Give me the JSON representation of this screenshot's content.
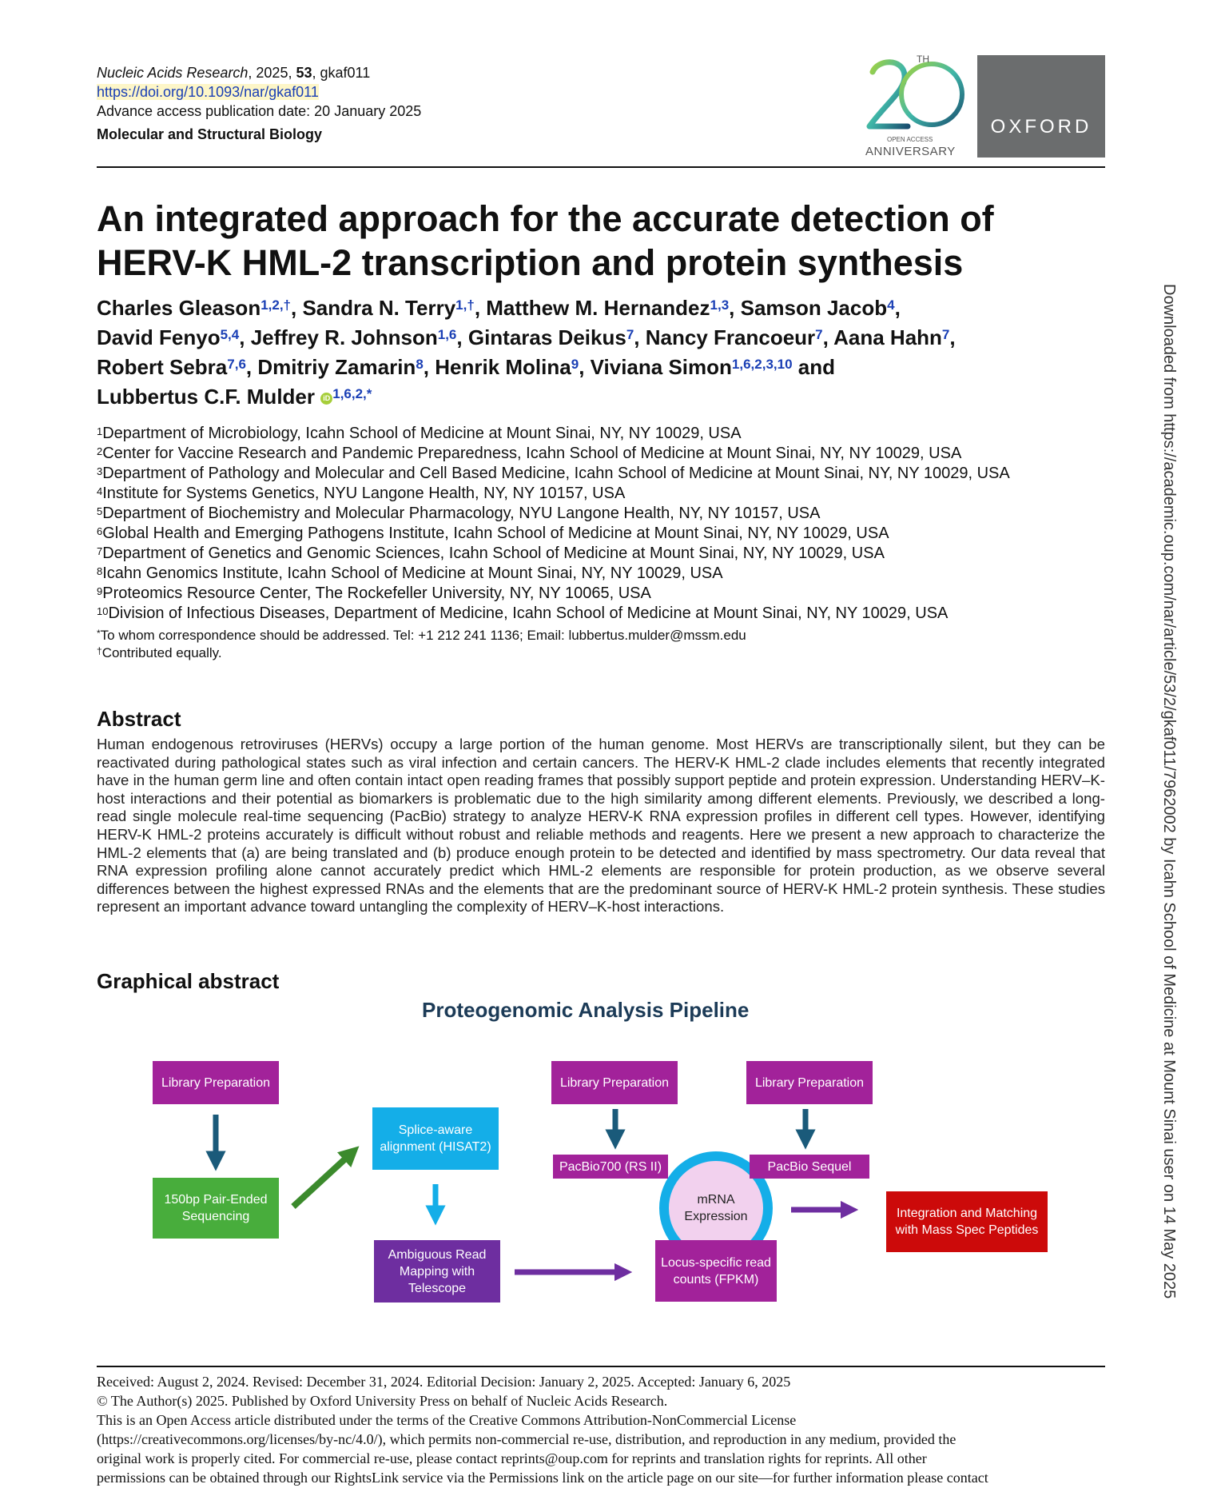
{
  "header": {
    "journal": "Nucleic Acids Research",
    "citation_rest": ", 2025, ",
    "volume": "53",
    "article_id": ", gkaf011",
    "doi": "https://doi.org/10.1093/nar/gkaf011",
    "advance_access": "Advance access publication date: 20 January 2025",
    "section": "Molecular and Structural Biology"
  },
  "logos": {
    "anniversary_number": "20",
    "anniversary_th": "TH",
    "anniversary_small": "OPEN ACCESS",
    "anniversary_label": "ANNIVERSARY",
    "publisher": "OXFORD"
  },
  "title": {
    "line1": "An integrated approach for the accurate detection of",
    "line2": "HERV-K HML-2 transcription and protein synthesis"
  },
  "authors": [
    {
      "name": "Charles Gleason",
      "aff": "1,2,†",
      "sep": ", "
    },
    {
      "name": "Sandra N. Terry",
      "aff": "1,†",
      "sep": ", "
    },
    {
      "name": "Matthew M. Hernandez",
      "aff": "1,3",
      "sep": ", "
    },
    {
      "name": "Samson Jacob",
      "aff": "4",
      "sep": ","
    },
    {
      "name": "David Fenyo",
      "aff": "5,4",
      "sep": ", "
    },
    {
      "name": "Jeffrey R. Johnson",
      "aff": "1,6",
      "sep": ", "
    },
    {
      "name": "Gintaras Deikus",
      "aff": "7",
      "sep": ", "
    },
    {
      "name": "Nancy Francoeur",
      "aff": "7",
      "sep": ", "
    },
    {
      "name": "Aana Hahn",
      "aff": "7",
      "sep": ","
    },
    {
      "name": "Robert Sebra",
      "aff": "7,6",
      "sep": ", "
    },
    {
      "name": "Dmitriy Zamarin",
      "aff": "8",
      "sep": ", "
    },
    {
      "name": "Henrik Molina",
      "aff": "9",
      "sep": ", "
    },
    {
      "name": "Viviana Simon",
      "aff": "1,6,2,3,10",
      "sep": " and"
    },
    {
      "name": "Lubbertus C.F. Mulder",
      "aff": "1,6,2,*",
      "sep": ""
    }
  ],
  "affiliations": [
    {
      "num": "1",
      "text": "Department of Microbiology, Icahn School of Medicine at Mount Sinai, NY, NY 10029, USA"
    },
    {
      "num": "2",
      "text": "Center for Vaccine Research and Pandemic Preparedness, Icahn School of Medicine at Mount Sinai, NY, NY 10029, USA"
    },
    {
      "num": "3",
      "text": "Department of Pathology and Molecular and Cell Based Medicine, Icahn School of Medicine at Mount Sinai, NY, NY 10029, USA"
    },
    {
      "num": "4",
      "text": "Institute for Systems Genetics, NYU Langone Health, NY, NY 10157, USA"
    },
    {
      "num": "5",
      "text": "Department of Biochemistry and Molecular Pharmacology, NYU Langone Health, NY, NY 10157, USA"
    },
    {
      "num": "6",
      "text": "Global Health and Emerging Pathogens Institute, Icahn School of Medicine at Mount Sinai, NY, NY 10029, USA"
    },
    {
      "num": "7",
      "text": "Department of Genetics and Genomic Sciences, Icahn School of Medicine at Mount Sinai, NY, NY 10029, USA"
    },
    {
      "num": "8",
      "text": "Icahn Genomics Institute, Icahn School of Medicine at Mount Sinai, NY, NY 10029, USA"
    },
    {
      "num": "9",
      "text": "Proteomics Resource Center, The Rockefeller University, NY, NY 10065, USA"
    },
    {
      "num": "10",
      "text": "Division of Infectious Diseases, Department of Medicine, Icahn School of Medicine at Mount Sinai, NY, NY 10029, USA"
    }
  ],
  "correspondence": {
    "star": "*",
    "text": "To whom correspondence should be addressed. Tel: +1 212 241 1136; Email: lubbertus.mulder@mssm.edu",
    "dagger": "†",
    "equal": "Contributed equally."
  },
  "abstract": {
    "heading": "Abstract",
    "text": "Human endogenous retroviruses (HERVs) occupy a large portion of the human genome. Most HERVs are transcriptionally silent, but they can be reactivated during pathological states such as viral infection and certain cancers. The HERV-K HML-2 clade includes elements that recently integrated have in the human germ line and often contain intact open reading frames that possibly support peptide and protein expression. Understanding HERV–K-host interactions and their potential as biomarkers is problematic due to the high similarity among different elements. Previously, we described a long-read single molecule real-time sequencing (PacBio) strategy to analyze HERV-K RNA expression profiles in different cell types. However, identifying HERV-K HML-2 proteins accurately is difficult without robust and reliable methods and reagents. Here we present a new approach to characterize the HML-2 elements that (a) are being translated and (b) produce enough protein to be detected and identified by mass spectrometry. Our data reveal that RNA expression profiling alone cannot accurately predict which HML-2 elements are responsible for protein production, as we observe several differences between the highest expressed RNAs and the elements that are the predominant source of HERV-K HML-2 protein synthesis. These studies represent an important advance toward untangling the complexity of HERV–K-host interactions."
  },
  "graphical_abstract": {
    "heading": "Graphical abstract",
    "title": "Proteogenomic Analysis Pipeline",
    "boxes": {
      "lib1": "Library Preparation",
      "seq": "150bp Pair-Ended Sequencing",
      "splice": "Splice-aware alignment (HISAT2)",
      "ambig": "Ambiguous Read Mapping with Telescope",
      "lib2": "Library Preparation",
      "pacbio700": "PacBio700 (RS II)",
      "lib3": "Library Preparation",
      "sequel": "PacBio Sequel",
      "mrna": "mRNA Expression",
      "locus": "Locus-specific read counts (FPKM)",
      "integration": "Integration and Matching with Mass Spec Peptides"
    },
    "colors": {
      "title": "#1c3b57",
      "magenta": "#a2229a",
      "green": "#48ad3c",
      "cyan": "#14aee8",
      "violet": "#6e2ea0",
      "red": "#cc0a0a",
      "navy_arrow": "#1a5a7a",
      "green_arrow": "#3b8a2c",
      "circle_ring": "#14aee8",
      "circle_fill": "#f2d1ee"
    }
  },
  "footer": {
    "dates": "Received: August 2, 2024. Revised: December 31, 2024. Editorial Decision: January 2, 2025. Accepted: January 6, 2025",
    "copyright": "© The Author(s) 2025. Published by Oxford University Press on behalf of Nucleic Acids Research.",
    "license_line1": "This is an Open Access article distributed under the terms of the Creative Commons Attribution-NonCommercial License",
    "license_line2": "(https://creativecommons.org/licenses/by-nc/4.0/), which permits non-commercial re-use, distribution, and reproduction in any medium, provided the",
    "license_line3": "original work is properly cited. For commercial re-use, please contact reprints@oup.com for reprints and translation rights for reprints. All other",
    "license_line4": "permissions can be obtained through our RightsLink service via the Permissions link on the article page on our site—for further information please contact"
  },
  "sidebar": {
    "text": "Downloaded from https://academic.oup.com/nar/article/53/2/gkaf011/7962002 by Icahn School of Medicine at Mount Sinai user on 14 May 2025"
  }
}
